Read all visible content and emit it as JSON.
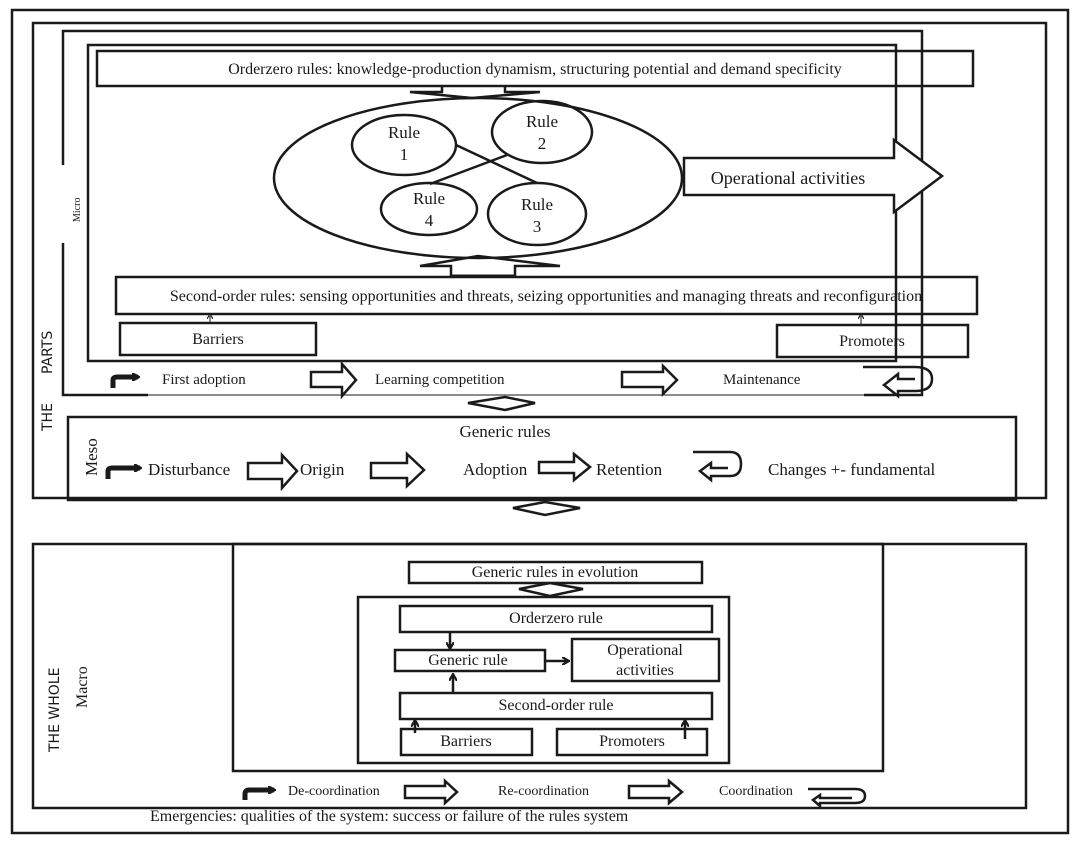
{
  "diagram": {
    "stroke_color": "#1a1a1a",
    "background": "#ffffff",
    "parts": {
      "side_label_the": "THE",
      "side_label_parts": "PARTS",
      "micro": {
        "level_label": "Micro",
        "orderzero_rules": "Orderzero rules: knowledge-production dynamism, structuring potential and demand specificity",
        "rules": [
          {
            "line1": "Rule",
            "line2": "1"
          },
          {
            "line1": "Rule",
            "line2": "2"
          },
          {
            "line1": "Rule",
            "line2": "3"
          },
          {
            "line1": "Rule",
            "line2": "4"
          }
        ],
        "operational_activities": "Operational activities",
        "second_order_rules": "Second-order rules: sensing opportunities and threats, seizing opportunities and managing threats and reconfiguration",
        "barriers": "Barriers",
        "promoters": "Promoters",
        "stages": [
          "First adoption",
          "Learning competition",
          "Maintenance"
        ]
      },
      "meso": {
        "level_label": "Meso",
        "title": "Generic rules",
        "stages": [
          "Disturbance",
          "Origin",
          "Adoption",
          "Retention",
          "Changes +- fundamental"
        ]
      }
    },
    "whole": {
      "side_label": "THE WHOLE",
      "level_label": "Macro",
      "generic_rules_in_evolution": "Generic rules in evolution",
      "orderzero_rule": "Orderzero rule",
      "generic_rule": "Generic rule",
      "operational_activities_line1": "Operational",
      "operational_activities_line2": "activities",
      "second_order_rule": "Second-order rule",
      "barriers": "Barriers",
      "promoters": "Promoters",
      "stages": [
        "De-coordination",
        "Re-coordination",
        "Coordination"
      ]
    },
    "emergencies": "Emergencies: qualities of the system: success or failure of the rules system"
  }
}
